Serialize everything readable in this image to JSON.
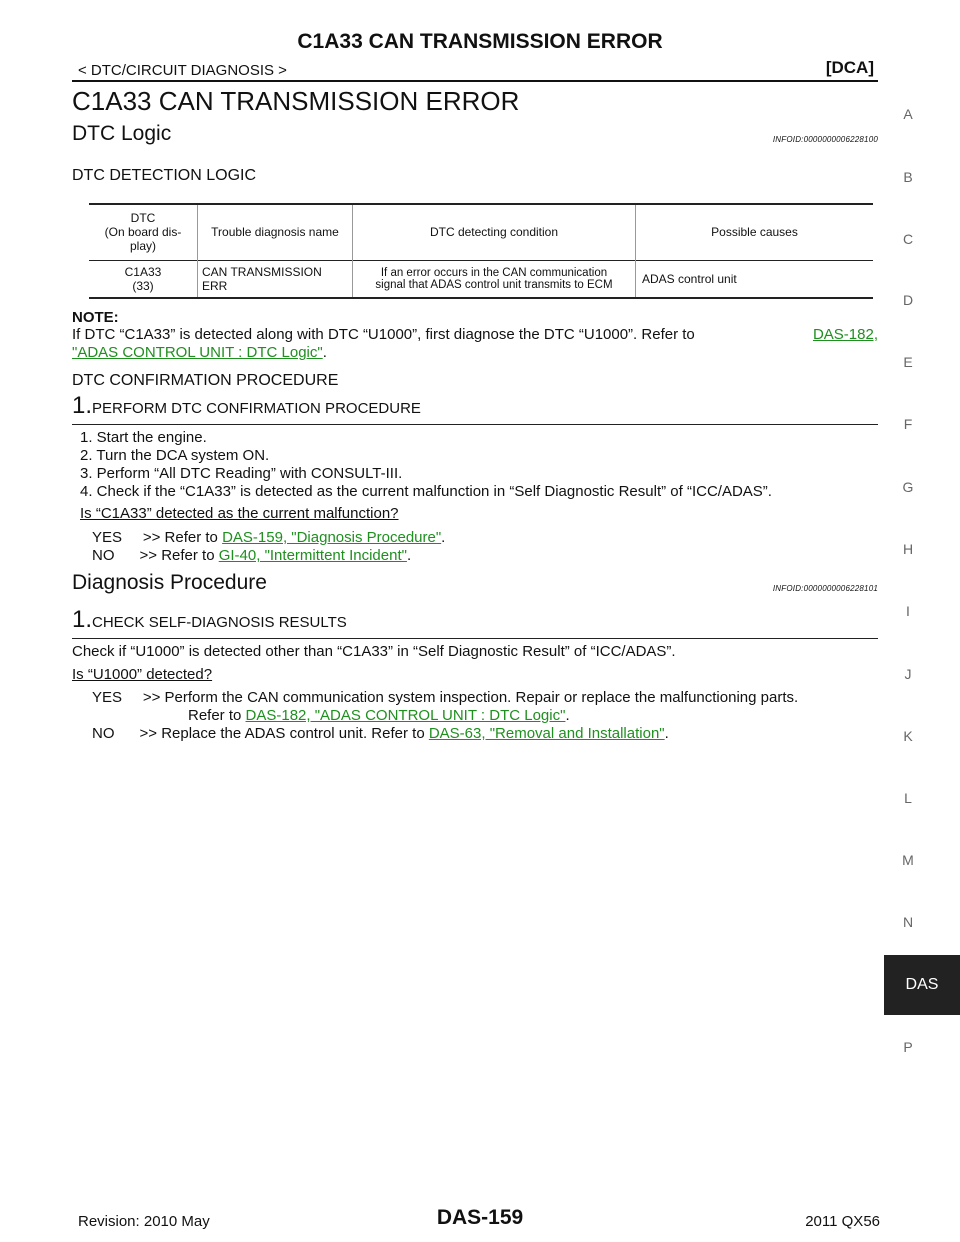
{
  "header": {
    "title": "C1A33 CAN TRANSMISSION ERROR",
    "section": "< DTC/CIRCUIT DIAGNOSIS >",
    "tag": "[DCA]"
  },
  "page_title": "C1A33 CAN TRANSMISSION ERROR",
  "dtc_logic": {
    "heading": "DTC Logic",
    "infoid": "INFOID:0000000006228100",
    "subheading": "DTC DETECTION LOGIC",
    "table": {
      "headers": [
        "DTC\n(On board dis-\nplay)",
        "Trouble diagnosis name",
        "DTC detecting condition",
        "Possible causes"
      ],
      "row": {
        "dtc": "C1A33\n(33)",
        "name": "CAN TRANSMISSION\nERR",
        "condition": "If an error occurs in the CAN communication\nsignal that ADAS control unit transmits to ECM",
        "causes": "ADAS control unit"
      }
    },
    "note_label": "NOTE:",
    "note_text": "If DTC “C1A33” is detected along with DTC “U1000”, first diagnose the DTC “U1000”. Refer to",
    "note_link_a": "DAS-182,",
    "note_link_b": "\"ADAS CONTROL UNIT : DTC Logic\"",
    "note_end": ".",
    "confirm_heading": "DTC CONFIRMATION PROCEDURE",
    "step_num": "1.",
    "step_title": "PERFORM DTC CONFIRMATION PROCEDURE",
    "steps": [
      "1.   Start the engine.",
      "2.   Turn the DCA system ON.",
      "3.   Perform “All DTC Reading” with CONSULT-III.",
      "4.   Check if the “C1A33” is detected as the current malfunction in “Self Diagnostic Result” of “ICC/ADAS”."
    ],
    "question": "Is “C1A33” detected as the current malfunction?",
    "yes_label": "YES     >> Refer to ",
    "yes_link": "DAS-159, \"Diagnosis Procedure\"",
    "yes_end": ".",
    "no_label": "NO      >> Refer to ",
    "no_link": "GI-40, \"Intermittent Incident\"",
    "no_end": "."
  },
  "diagnosis": {
    "heading": "Diagnosis Procedure",
    "infoid": "INFOID:0000000006228101",
    "step_num": "1.",
    "step_title": "CHECK SELF-DIAGNOSIS RESULTS",
    "text": "Check if “U1000” is detected other than “C1A33” in “Self Diagnostic Result” of “ICC/ADAS”.",
    "question": "Is “U1000” detected?",
    "yes_label": "YES     >> Perform the CAN communication system inspection. Repair or replace the malfunctioning parts.",
    "yes_refer": "Refer to ",
    "yes_link": "DAS-182, \"ADAS CONTROL UNIT : DTC Logic\"",
    "yes_end": ".",
    "no_label": "NO      >> Replace the ADAS control unit. Refer to ",
    "no_link": "DAS-63, \"Removal and Installation\"",
    "no_end": "."
  },
  "side_index": [
    "A",
    "B",
    "C",
    "D",
    "E",
    "F",
    "G",
    "H",
    "I",
    "J",
    "K",
    "L",
    "M",
    "N",
    "P"
  ],
  "side_tab": "DAS",
  "footer": {
    "revision": "Revision: 2010 May",
    "page": "DAS-159",
    "model": "2011 QX56"
  }
}
